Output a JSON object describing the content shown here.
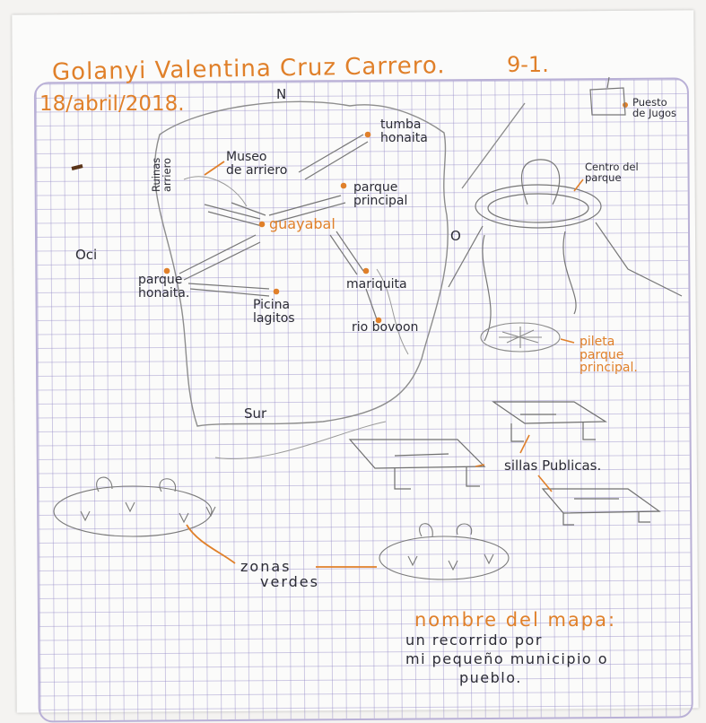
{
  "header": {
    "name": "Golanyi Valentina Cruz Carrero.",
    "group": "9-1.",
    "date": "18/abril/2018."
  },
  "compass": {
    "north": "N",
    "south": "Sur",
    "west": "Oci",
    "east": "O"
  },
  "places": {
    "tumba": [
      "tumba",
      "honaita"
    ],
    "museo": [
      "Museo",
      "de arriero"
    ],
    "ruinas": [
      "Ruinas",
      "arriero"
    ],
    "parque_principal": [
      "parque",
      "principal"
    ],
    "guayabal": "guayabal",
    "parque_honaita": [
      "parque",
      "honaita."
    ],
    "picina": [
      "Picina",
      "lagitos"
    ],
    "mariquita": "mariquita",
    "rio_bovoon": "rio bovoon"
  },
  "park_detail": {
    "puesto": [
      "Puesto",
      "de Jugos"
    ],
    "centro": [
      "Centro del",
      "parque"
    ],
    "pileta": [
      "pileta",
      "parque",
      "principal."
    ],
    "sillas": "sillas Publicas.",
    "zonas": [
      "zonas",
      "verdes"
    ]
  },
  "map_name": {
    "label": "nombre del mapa:",
    "lines": [
      "un recorrido por",
      "mi pequeño municipio o",
      "pueblo."
    ]
  },
  "colors": {
    "ink": "#2b2b35",
    "orange": "#e0802a",
    "grid": "#968cc8",
    "pencil": "#8a8a8a"
  }
}
